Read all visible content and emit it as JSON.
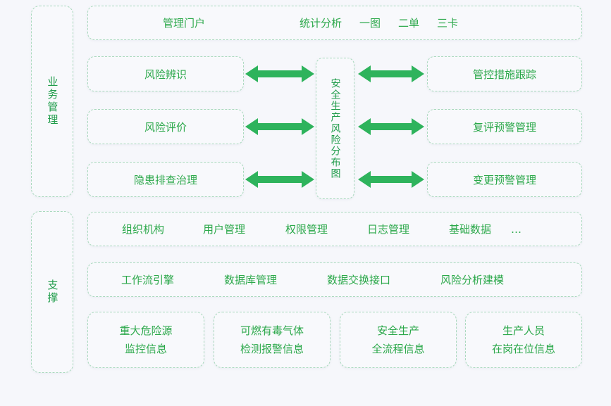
{
  "theme": {
    "background": "#f6f7fb",
    "panel_fill": "#f8f9fc",
    "border": "#a9d9bd",
    "text_green": "#2ba84a",
    "arrow_green": "#2eb35c"
  },
  "rails": [
    {
      "label": "业务管理"
    },
    {
      "label": "支撑"
    }
  ],
  "topbar": {
    "portal_label": "管理门户",
    "items": [
      {
        "label": "统计分析"
      },
      {
        "label": "一图"
      },
      {
        "label": "二单"
      },
      {
        "label": "三卡"
      }
    ]
  },
  "process": {
    "left": [
      {
        "label": "风险辨识"
      },
      {
        "label": "风险评价"
      },
      {
        "label": "隐患排查治理"
      }
    ],
    "center": {
      "label": "安全生产风险分布图"
    },
    "right": [
      {
        "label": "管控措施跟踪"
      },
      {
        "label": "复评预警管理"
      },
      {
        "label": "变更预警管理"
      }
    ]
  },
  "support_rows": [
    {
      "name": "management-row",
      "labels": [
        {
          "label": "组织机构"
        },
        {
          "label": "用户管理"
        },
        {
          "label": "权限管理"
        },
        {
          "label": "日志管理"
        },
        {
          "label": "基础数据"
        },
        {
          "label": "…"
        }
      ]
    },
    {
      "name": "platform-row",
      "labels": [
        {
          "label": "工作流引擎"
        },
        {
          "label": "数据库管理"
        },
        {
          "label": "数据交换接口"
        },
        {
          "label": "风险分析建模"
        }
      ]
    }
  ],
  "data_cards": [
    {
      "line1": "重大危险源",
      "line2": "监控信息"
    },
    {
      "line1": "可燃有毒气体",
      "line2": "检测报警信息"
    },
    {
      "line1": "安全生产",
      "line2": "全流程信息"
    },
    {
      "line1": "生产人员",
      "line2": "在岗在位信息"
    }
  ]
}
